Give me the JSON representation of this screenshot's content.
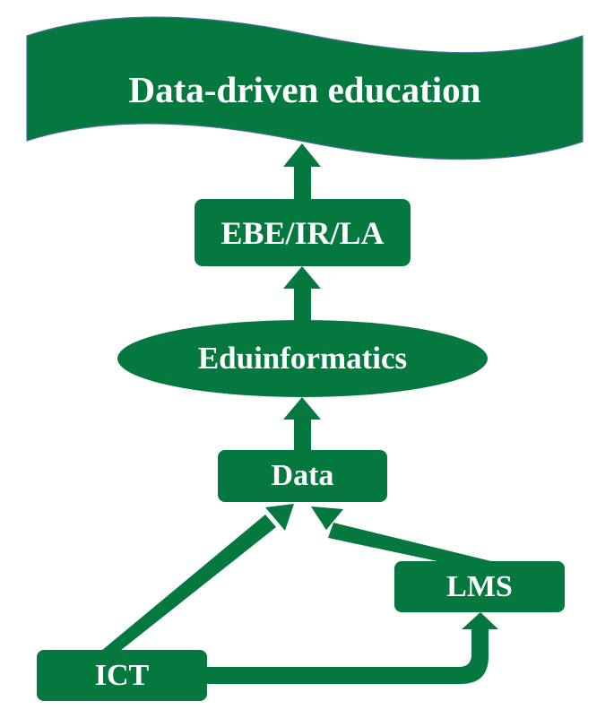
{
  "diagram": {
    "colors": {
      "fill": "#04783F",
      "banner_outline": "#4A6FA0",
      "text": "#FFFFFF",
      "background": "#FFFFFF"
    },
    "nodes": {
      "banner": {
        "label": "Data-driven education",
        "shape": "wave-banner"
      },
      "ebe": {
        "label": "EBE/IR/LA",
        "shape": "rounded-rectangle"
      },
      "eduinformatics": {
        "label": "Eduinformatics",
        "shape": "ellipse"
      },
      "data": {
        "label": "Data",
        "shape": "rounded-rectangle"
      },
      "lms": {
        "label": "LMS",
        "shape": "rounded-rectangle"
      },
      "ict": {
        "label": "ICT",
        "shape": "rounded-rectangle"
      }
    },
    "edges": [
      {
        "from": "EBE/IR/LA",
        "to": "Data-driven education",
        "style": "block-arrow-up"
      },
      {
        "from": "Eduinformatics",
        "to": "EBE/IR/LA",
        "style": "block-arrow-up"
      },
      {
        "from": "Data",
        "to": "Eduinformatics",
        "style": "block-arrow-up"
      },
      {
        "from": "ICT",
        "to": "Data",
        "style": "block-arrow-diagonal"
      },
      {
        "from": "LMS",
        "to": "Data",
        "style": "block-arrow-diagonal"
      },
      {
        "from": "ICT",
        "to": "LMS",
        "style": "block-arrow-elbow-curved"
      }
    ]
  }
}
